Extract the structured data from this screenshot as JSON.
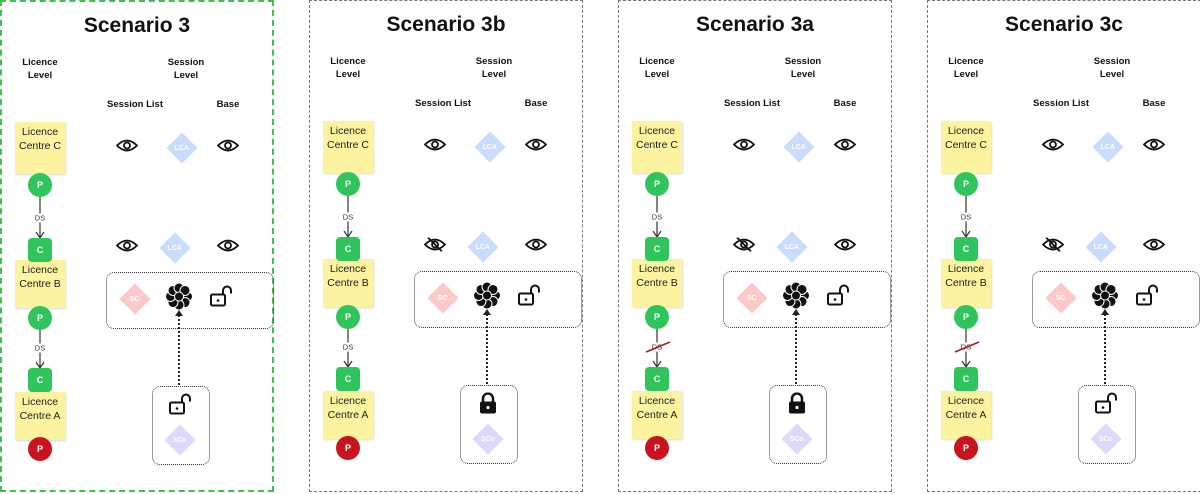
{
  "labels": {
    "licence_level": "Licence Level",
    "session_level": "Session Level",
    "session_list": "Session List",
    "base": "Base",
    "ds": "DS",
    "p": "P",
    "c": "C",
    "lca": "LCA",
    "sc": "SC",
    "sco": "SCo"
  },
  "centres": [
    "Licence Centre C",
    "Licence Centre B",
    "Licence Centre A"
  ],
  "colors": {
    "green": "#2fc45c",
    "red": "#c8141e",
    "lca": "#c9dcfb",
    "sc": "#fcc9c9",
    "sco": "#ddd9fb",
    "highlight": "#3ac24a"
  },
  "panels": [
    {
      "title": "Scenario 3",
      "highlight": true,
      "row2_eye": "eye-open",
      "lower_lock": "unlocked",
      "ds2_struck": false
    },
    {
      "title": "Scenario 3b",
      "highlight": false,
      "row2_eye": "eye-slashed",
      "lower_lock": "locked",
      "ds2_struck": false
    },
    {
      "title": "Scenario 3a",
      "highlight": false,
      "row2_eye": "eye-slashed",
      "lower_lock": "locked",
      "ds2_struck": true
    },
    {
      "title": "Scenario 3c",
      "highlight": false,
      "row2_eye": "eye-slashed",
      "lower_lock": "unlocked",
      "ds2_struck": true
    }
  ]
}
